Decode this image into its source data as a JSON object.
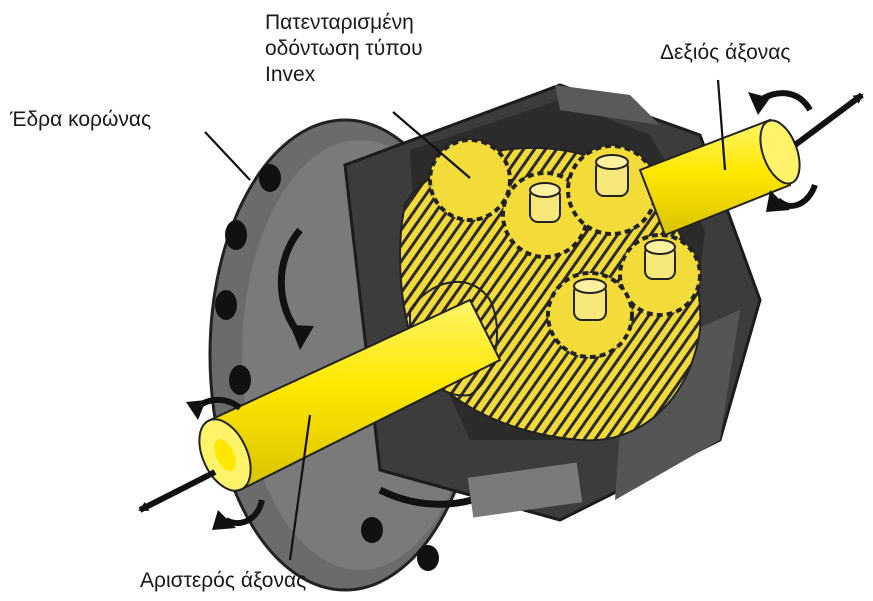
{
  "labels": {
    "patented_teeth": [
      "Πατενταρισμένη",
      "οδόντωση τύπου",
      "Invex"
    ],
    "right_axle": "Δεξιός άξονας",
    "crown_seat": "Έδρα κορώνας",
    "left_axle": "Αριστερός άξονας"
  },
  "colors": {
    "axle_yellow": "#ffee00",
    "gear_yellow": "#f3dc3a",
    "housing_dark": "#3a3a3a",
    "housing_mid": "#6e6e6e",
    "housing_light": "#9a9a9a",
    "ink": "#111111"
  }
}
